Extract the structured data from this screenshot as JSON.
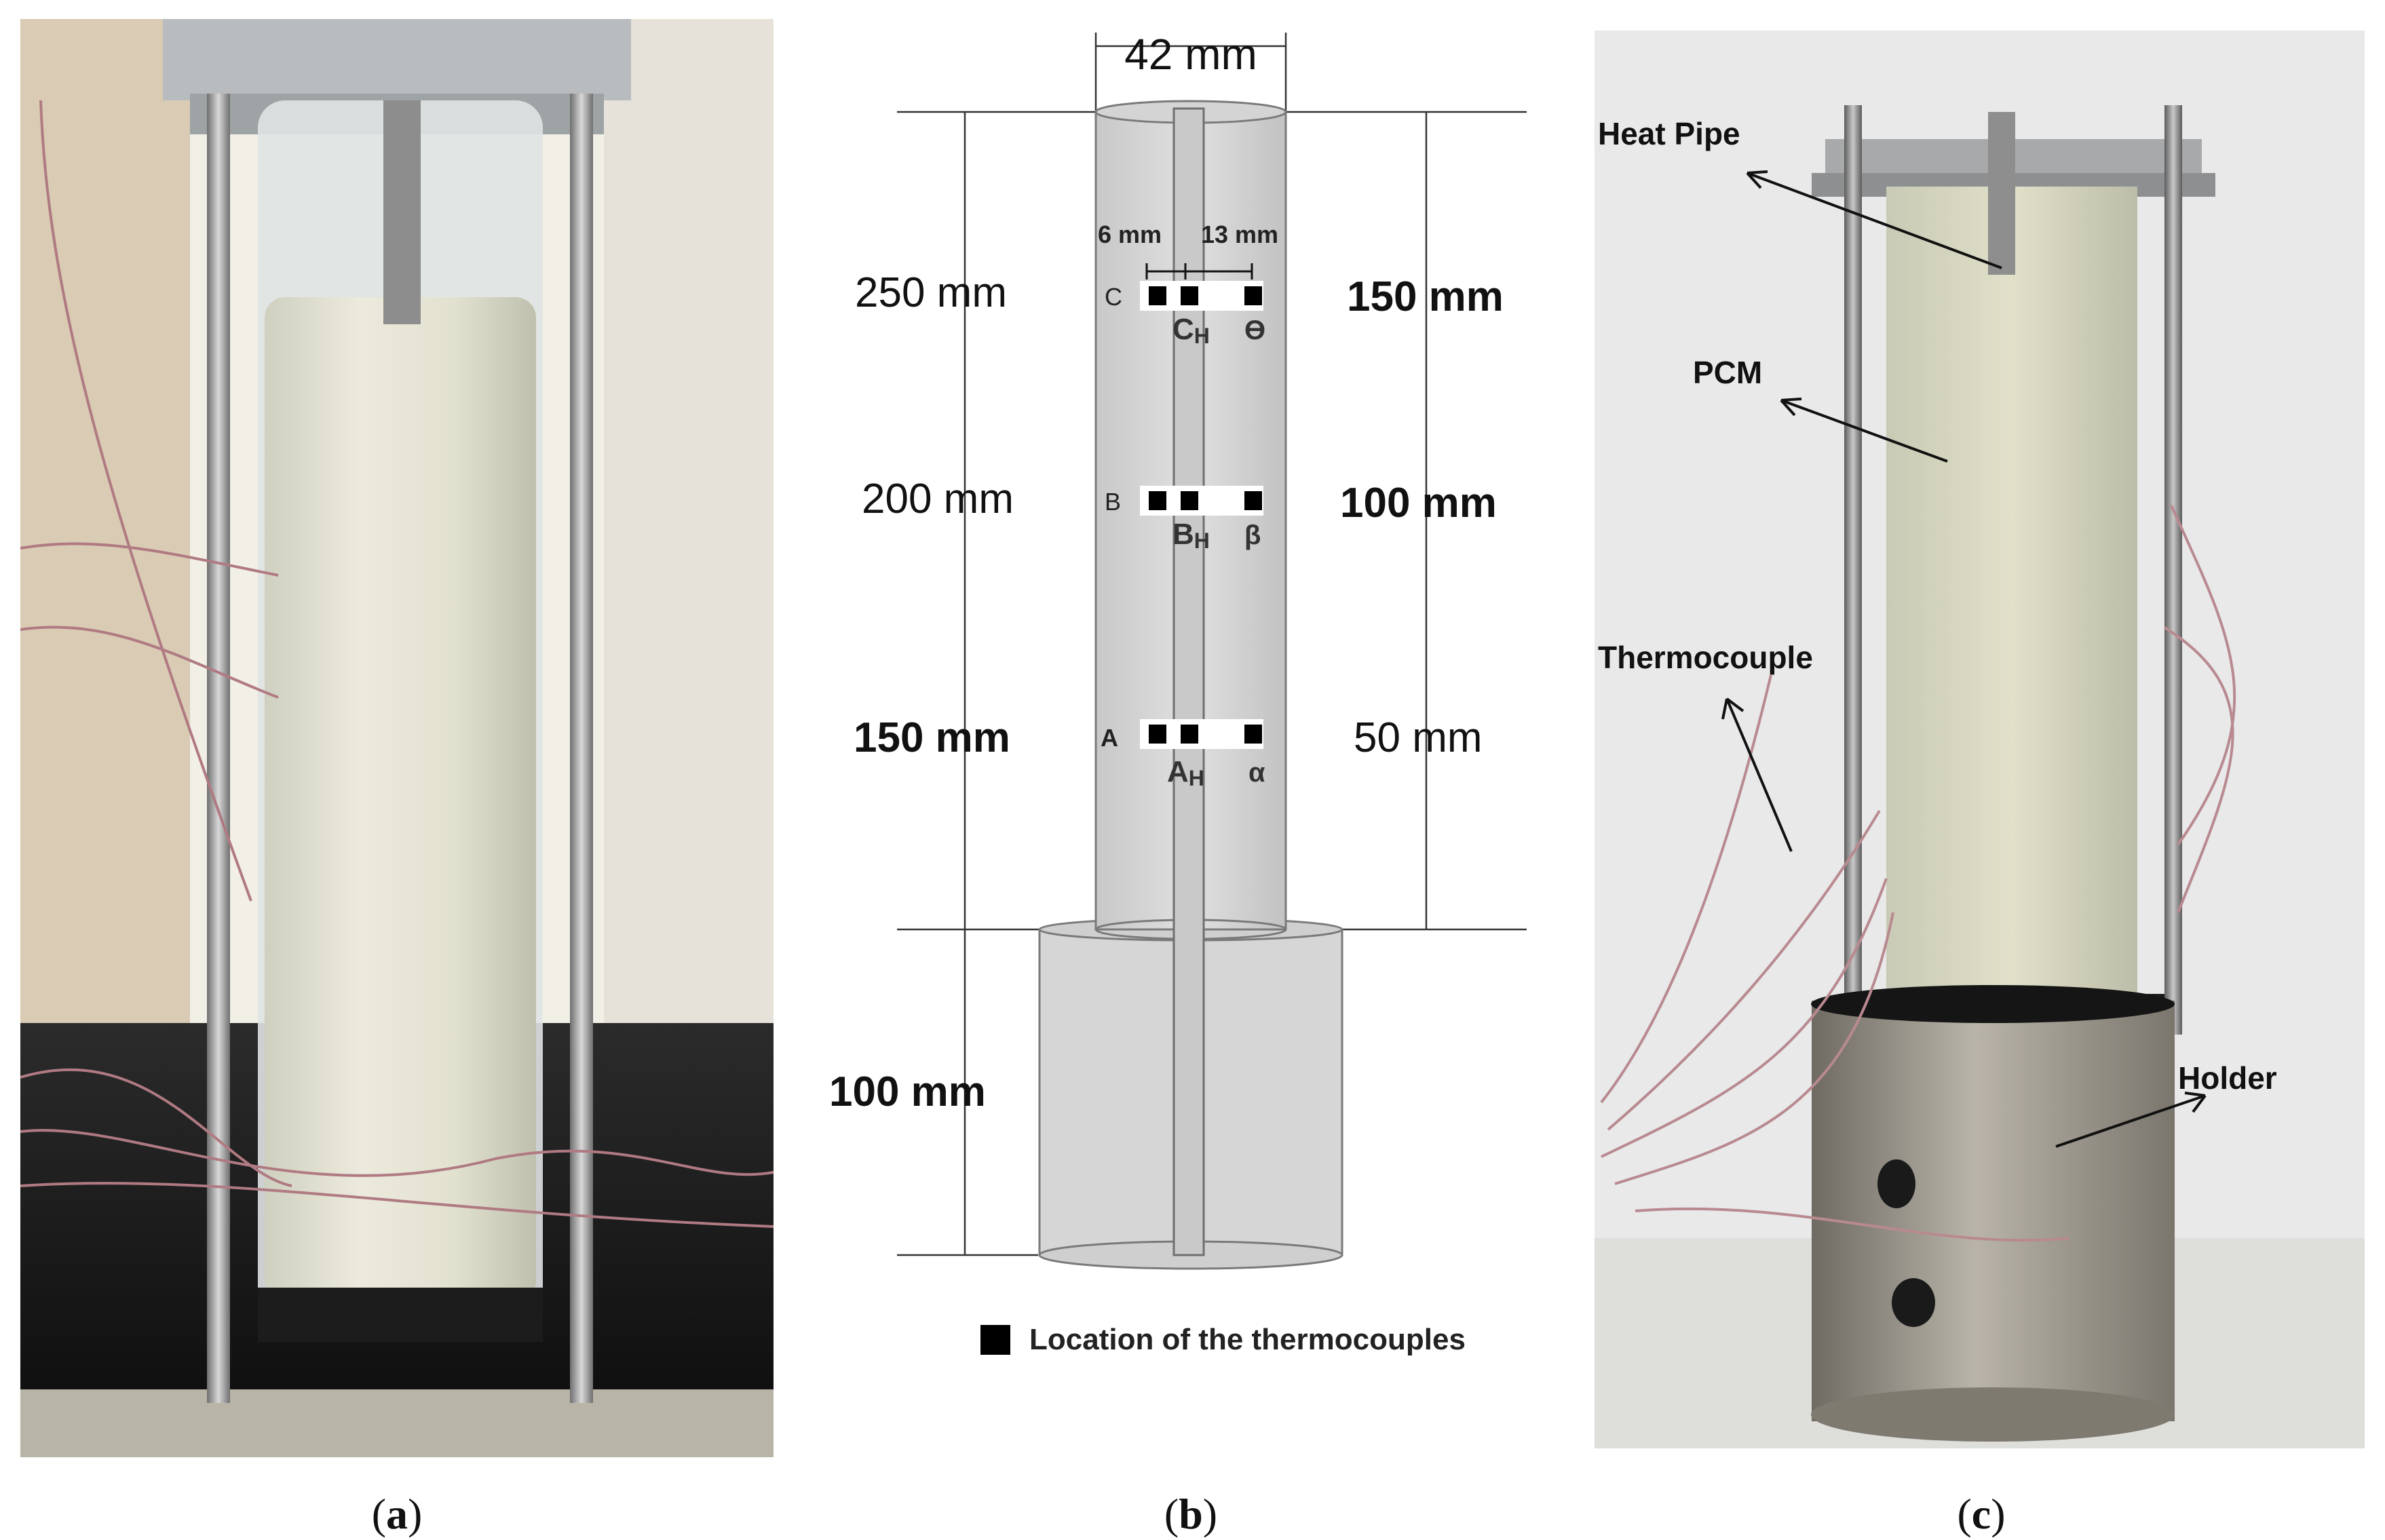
{
  "panels": {
    "a": {
      "caption": "a"
    },
    "b": {
      "caption": "b",
      "width_label": "42 mm",
      "spacing_left": "6 mm",
      "spacing_right": "13 mm",
      "left_dims": [
        "250 mm",
        "200 mm",
        "150 mm",
        "100 mm"
      ],
      "right_dims": [
        "150 mm",
        "100 mm",
        "50 mm"
      ],
      "levels": [
        {
          "letter": "C",
          "center_label": "C",
          "sub": "H",
          "outer_label": "ϴ"
        },
        {
          "letter": "B",
          "center_label": "B",
          "sub": "H",
          "outer_label": "β"
        },
        {
          "letter": "A",
          "center_label": "A",
          "sub": "H",
          "outer_label": "α"
        }
      ],
      "legend": "Location of the thermocouples"
    },
    "c": {
      "caption": "c",
      "labels": {
        "heat_pipe": "Heat Pipe",
        "pcm": "PCM",
        "thermocouple": "Thermocouple",
        "holder": "Holder"
      }
    }
  },
  "colors": {
    "tube_fill": "#d6d6d6",
    "tube_stroke": "#7a7a7a",
    "thermocouple_marker": "#000000"
  }
}
